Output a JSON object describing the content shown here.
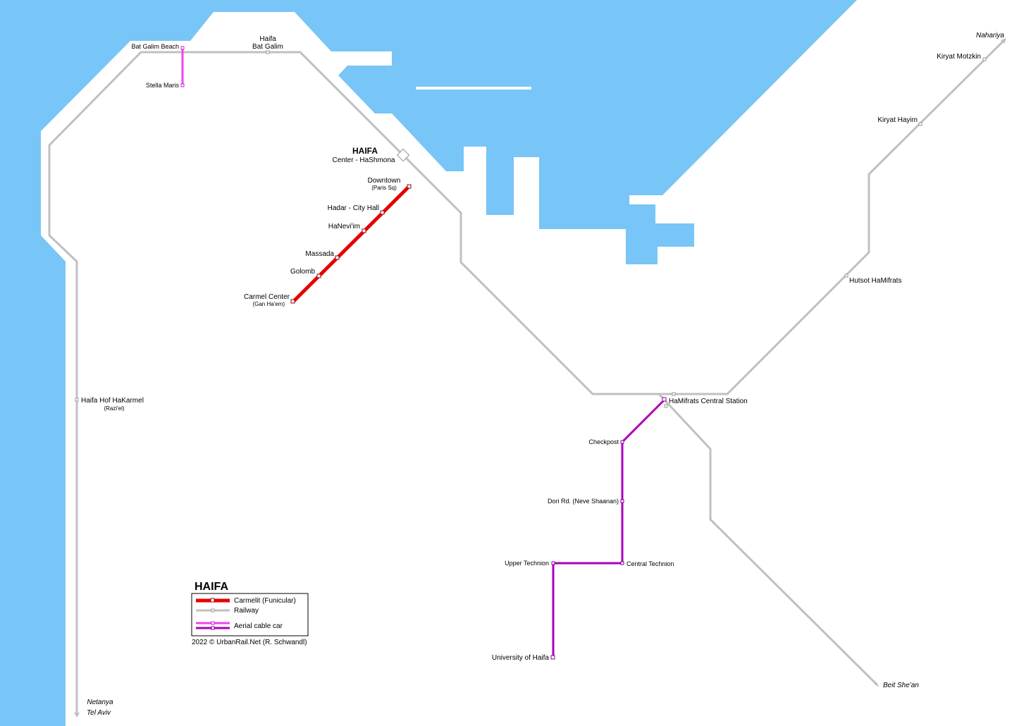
{
  "colors": {
    "water": "#78c5f7",
    "railway": "#c0c0c0",
    "carmelit": "#e60000",
    "cable_bat_galim": "#ee44ee",
    "cable_technion": "#aa00bb",
    "station_fill": "#ffffff",
    "text": "#000000"
  },
  "icons": {
    "station": "square-station-icon",
    "interchange": "diamond-interchange-icon"
  },
  "stations": {
    "bat_galim_beach": "Bat Galim Beach",
    "stella_maris": "Stella Maris",
    "haifa_bat_galim_1": "Haifa",
    "haifa_bat_galim_2": "Bat Galim",
    "haifa_center_1": "HAIFA",
    "haifa_center_2": "Center - HaShmona",
    "downtown_1": "Downtown",
    "downtown_2": "(Paris Sq)",
    "hadar": "Hadar - City Hall",
    "hanevi": "HaNevi'im",
    "massada": "Massada",
    "golomb": "Golomb",
    "carmel_center_1": "Carmel Center",
    "carmel_center_2": "(Gan Ha'em)",
    "hof_hakarmel_1": "Haifa Hof HaKarmel",
    "hof_hakarmel_2": "(Razi'el)",
    "kiryat_motzkin": "Kiryat Motzkin",
    "kiryat_hayim": "Kiryat Hayim",
    "hutsot": "Hutsot HaMifrats",
    "hamifrats": "HaMifrats Central Station",
    "checkpost": "Checkpost",
    "dori": "Dori Rd. (Neve Shaanan)",
    "central_technion": "Central Technion",
    "upper_technion": "Upper Technion",
    "university": "University of Haifa"
  },
  "destinations": {
    "nahariya": "Nahariya",
    "netanya": "Netanya",
    "tel_aviv": "Tel Aviv",
    "beit_shean": "Beit She'an"
  },
  "legend": {
    "title": "HAIFA",
    "carmelit": "Carmelit (Funicular)",
    "railway": "Railway",
    "cable_car": "Aerial cable car",
    "credit": "2022 © UrbanRail.Net (R. Schwandl)"
  }
}
